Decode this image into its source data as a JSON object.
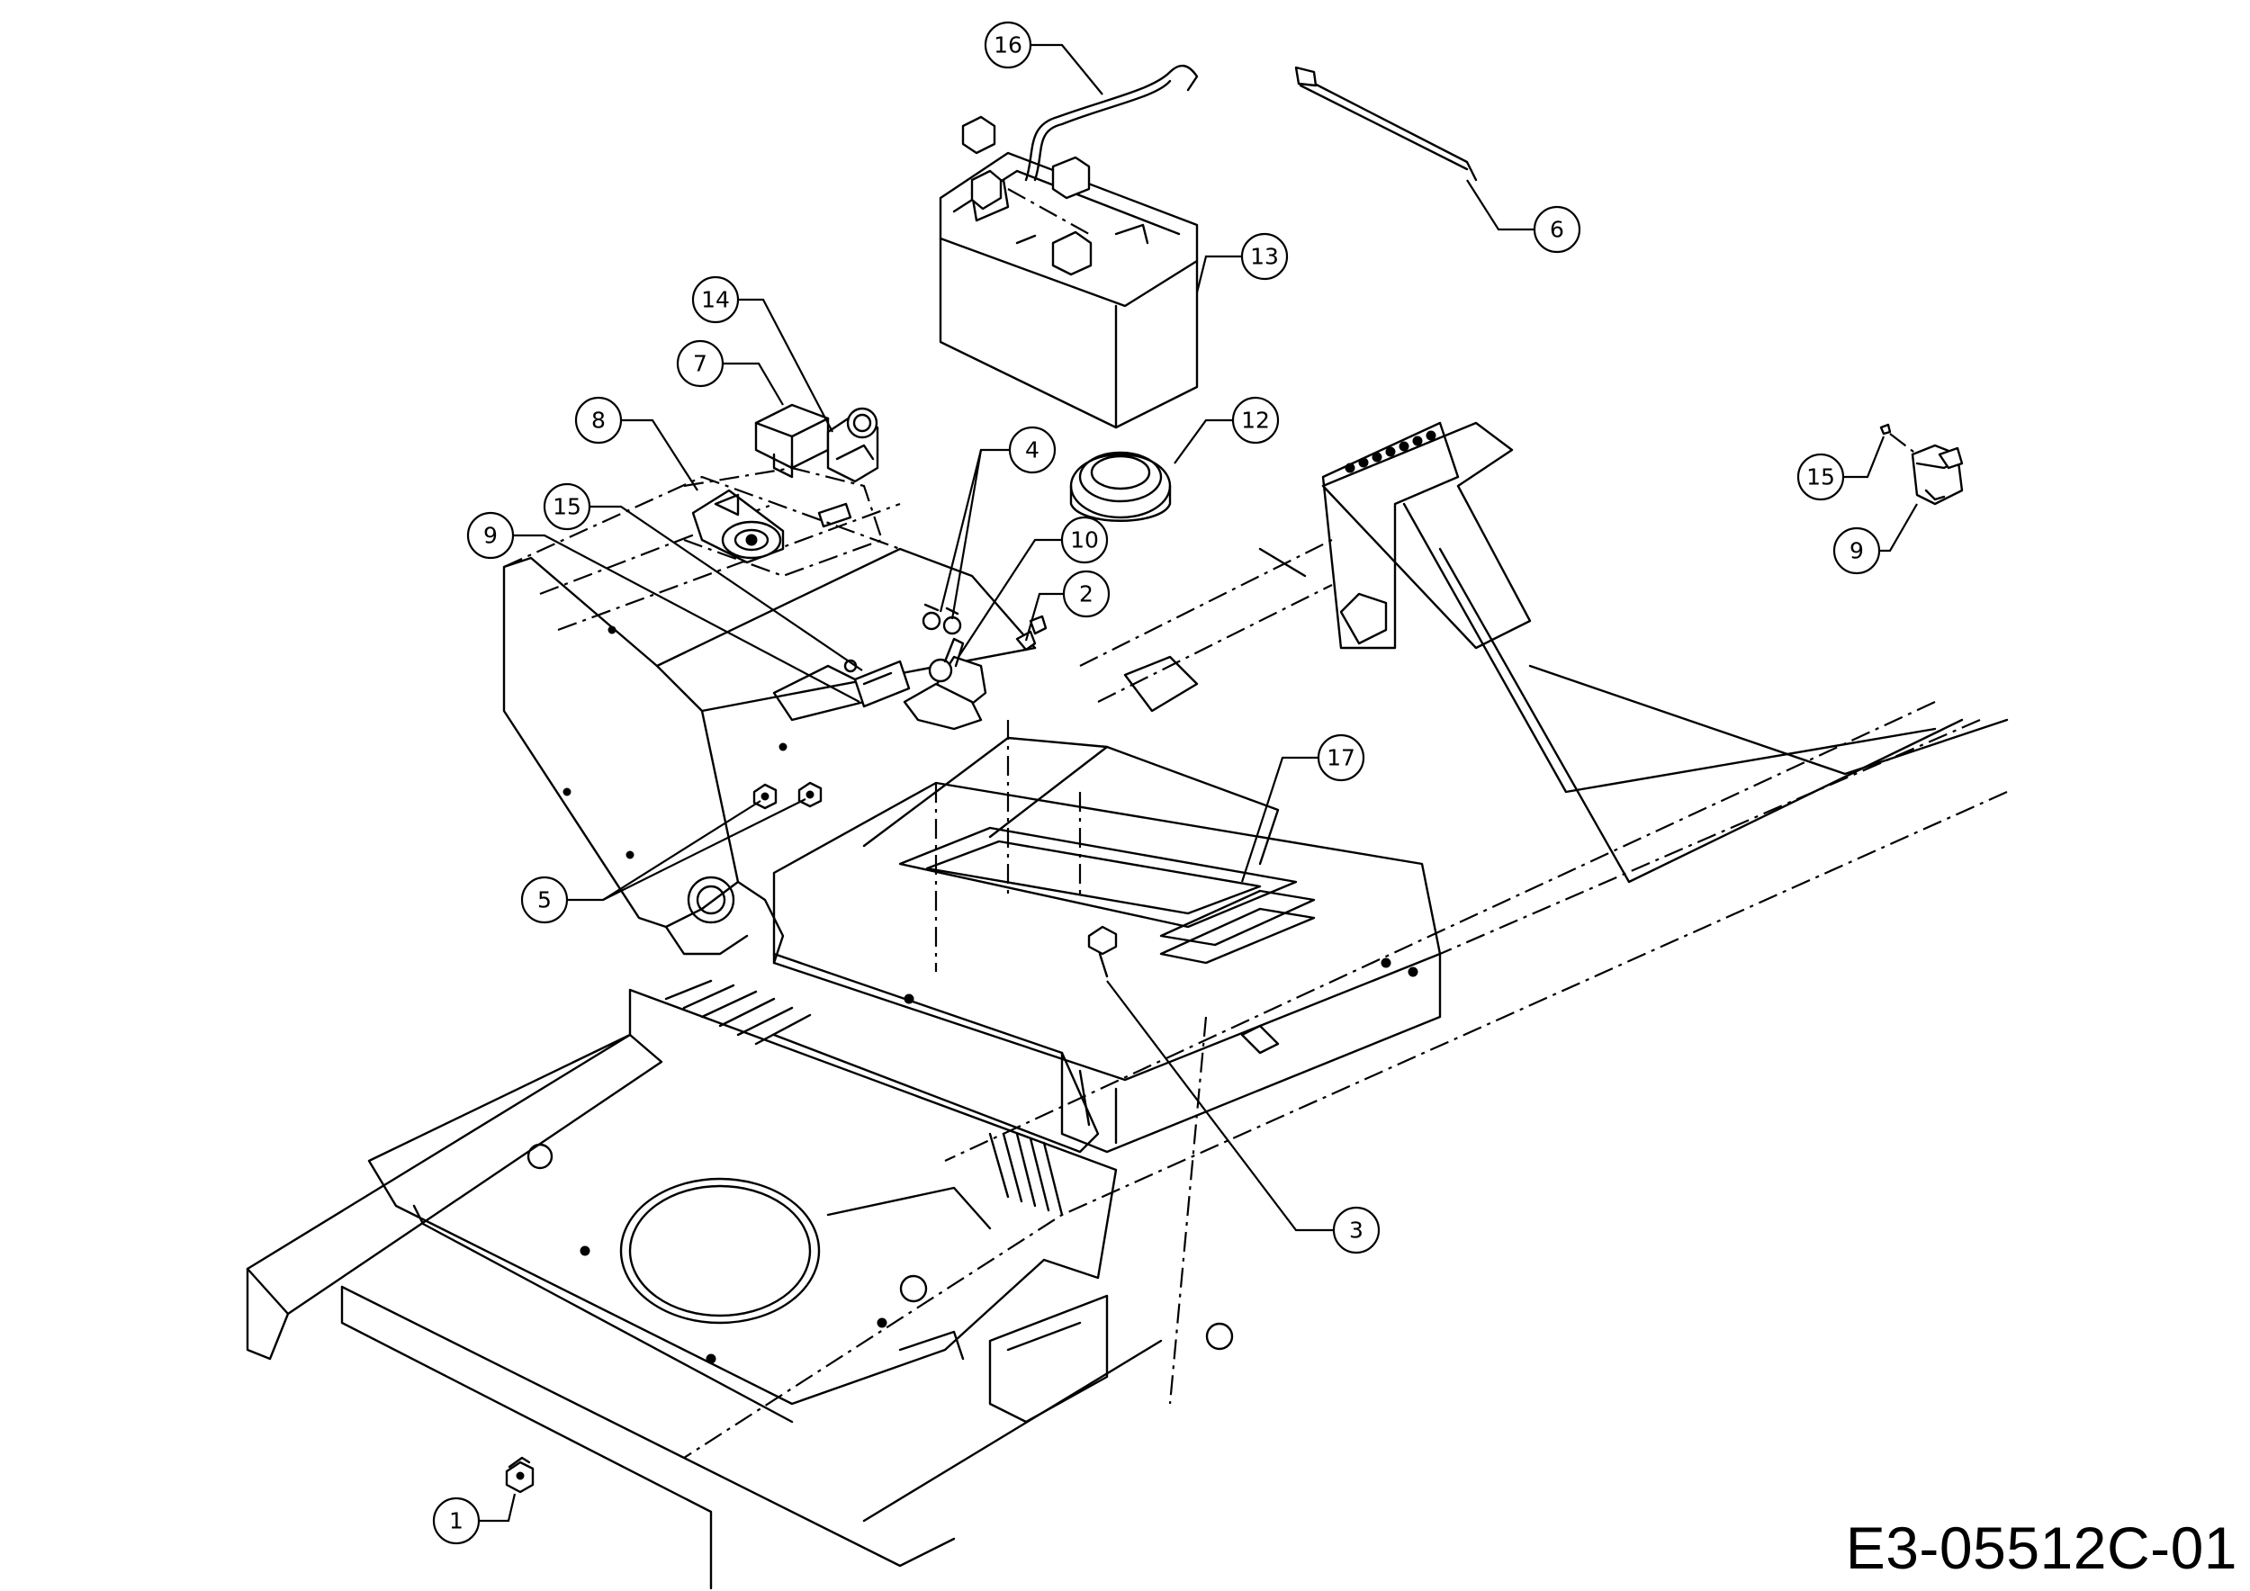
{
  "drawing_code": "E3-05512C-01",
  "callouts": [
    {
      "label": "1"
    },
    {
      "label": "2"
    },
    {
      "label": "3"
    },
    {
      "label": "4"
    },
    {
      "label": "5"
    },
    {
      "label": "6"
    },
    {
      "label": "7"
    },
    {
      "label": "8"
    },
    {
      "label": "9"
    },
    {
      "label": "9"
    },
    {
      "label": "10"
    },
    {
      "label": "12"
    },
    {
      "label": "13"
    },
    {
      "label": "14"
    },
    {
      "label": "15"
    },
    {
      "label": "15"
    },
    {
      "label": "16"
    },
    {
      "label": "17"
    }
  ]
}
